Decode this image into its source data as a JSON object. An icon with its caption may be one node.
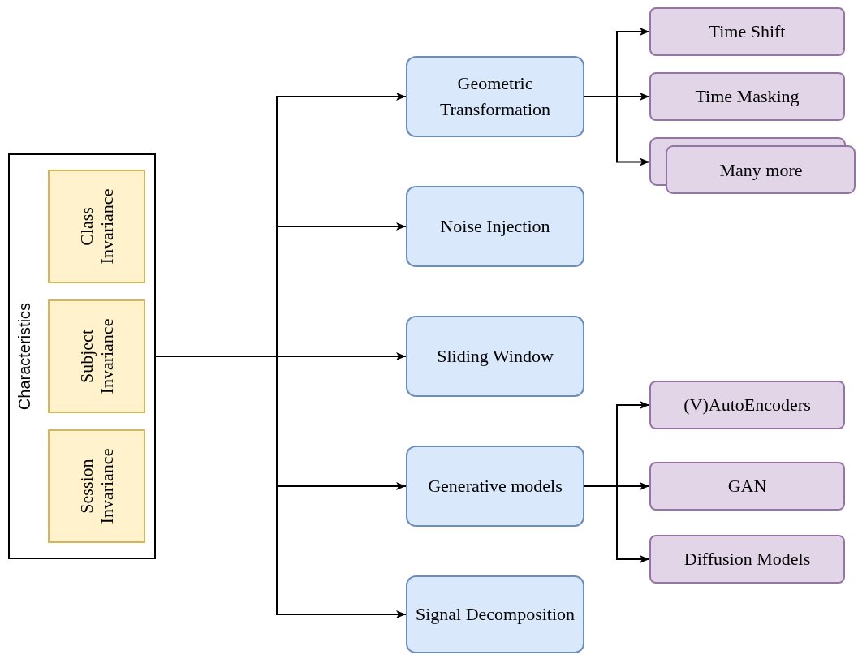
{
  "diagram": {
    "nodes": [
      {
        "text": [
          "Characteristics"
        ]
      },
      {
        "text": [
          "Class Invariance"
        ],
        "in": 0
      },
      {
        "text": [
          "Subject Invariance"
        ],
        "in": 0
      },
      {
        "text": [
          "Session Invariance"
        ],
        "in": 0
      },
      {
        "text": [
          "Geometric Transformation"
        ]
      },
      {
        "text": [
          "Noise Injection"
        ]
      },
      {
        "text": [
          "Sliding Window"
        ]
      },
      {
        "text": [
          "Generative models"
        ]
      },
      {
        "text": [
          "Signal Decomposition"
        ]
      },
      {
        "text": [
          "Time Shift"
        ]
      },
      {
        "text": [
          "Time Masking"
        ]
      },
      {
        "text": [
          "Many more"
        ]
      },
      {
        "text": [
          "(V)AutoEncoders"
        ]
      },
      {
        "text": [
          "GAN"
        ]
      },
      {
        "text": [
          "Diffusion Models"
        ]
      }
    ],
    "edges": [
      {
        "from": 2,
        "to": 4,
        "arrow": "to"
      },
      {
        "from": 2,
        "to": 5,
        "arrow": "to"
      },
      {
        "from": 2,
        "to": 6,
        "arrow": "to"
      },
      {
        "from": 2,
        "to": 7,
        "arrow": "to"
      },
      {
        "from": 2,
        "to": 8,
        "arrow": "to"
      },
      {
        "from": 4,
        "to": 9,
        "arrow": "to"
      },
      {
        "from": 4,
        "to": 10,
        "arrow": "to"
      },
      {
        "from": 4,
        "to": 11,
        "arrow": "to"
      },
      {
        "from": 7,
        "to": 12,
        "arrow": "to"
      },
      {
        "from": 7,
        "to": 13,
        "arrow": "to"
      },
      {
        "from": 7,
        "to": 14,
        "arrow": "to"
      }
    ]
  }
}
